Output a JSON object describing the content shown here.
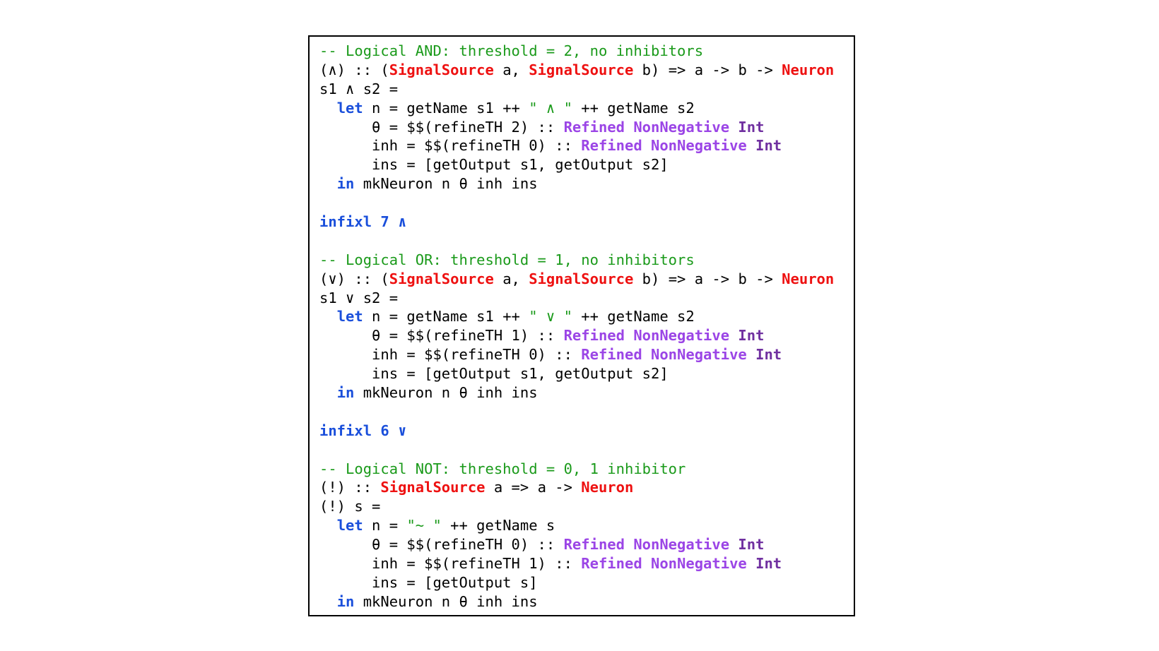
{
  "colors": {
    "comment": "#1a9a1a",
    "type": "#ee1111",
    "refined": "#9b45e6",
    "int": "#7030a0",
    "keyword": "#1a4fdb",
    "string": "#1a9a1a",
    "plain": "#000000",
    "border": "#000000",
    "background": "#ffffff"
  },
  "code": {
    "lines": [
      [
        {
          "t": "comment",
          "v": "-- Logical AND: threshold = 2, no inhibitors"
        }
      ],
      [
        {
          "t": "plain",
          "v": "(∧) :: ("
        },
        {
          "t": "type",
          "v": "SignalSource"
        },
        {
          "t": "plain",
          "v": " a, "
        },
        {
          "t": "type",
          "v": "SignalSource"
        },
        {
          "t": "plain",
          "v": " b) => a -> b -> "
        },
        {
          "t": "type",
          "v": "Neuron"
        }
      ],
      [
        {
          "t": "plain",
          "v": "s1 ∧ s2 ="
        }
      ],
      [
        {
          "t": "plain",
          "v": "  "
        },
        {
          "t": "keyword",
          "v": "let"
        },
        {
          "t": "plain",
          "v": " n = getName s1 ++ "
        },
        {
          "t": "string",
          "v": "\" ∧ \""
        },
        {
          "t": "plain",
          "v": " ++ getName s2"
        }
      ],
      [
        {
          "t": "plain",
          "v": "      θ = $$(refineTH 2) :: "
        },
        {
          "t": "refined",
          "v": "Refined NonNegative"
        },
        {
          "t": "plain",
          "v": " "
        },
        {
          "t": "int",
          "v": "Int"
        }
      ],
      [
        {
          "t": "plain",
          "v": "      inh = $$(refineTH 0) :: "
        },
        {
          "t": "refined",
          "v": "Refined NonNegative"
        },
        {
          "t": "plain",
          "v": " "
        },
        {
          "t": "int",
          "v": "Int"
        }
      ],
      [
        {
          "t": "plain",
          "v": "      ins = [getOutput s1, getOutput s2]"
        }
      ],
      [
        {
          "t": "plain",
          "v": "  "
        },
        {
          "t": "keyword",
          "v": "in"
        },
        {
          "t": "plain",
          "v": " mkNeuron n θ inh ins"
        }
      ],
      [],
      [
        {
          "t": "keyword",
          "v": "infixl 7 ∧"
        }
      ],
      [],
      [
        {
          "t": "comment",
          "v": "-- Logical OR: threshold = 1, no inhibitors"
        }
      ],
      [
        {
          "t": "plain",
          "v": "(∨) :: ("
        },
        {
          "t": "type",
          "v": "SignalSource"
        },
        {
          "t": "plain",
          "v": " a, "
        },
        {
          "t": "type",
          "v": "SignalSource"
        },
        {
          "t": "plain",
          "v": " b) => a -> b -> "
        },
        {
          "t": "type",
          "v": "Neuron"
        }
      ],
      [
        {
          "t": "plain",
          "v": "s1 ∨ s2 ="
        }
      ],
      [
        {
          "t": "plain",
          "v": "  "
        },
        {
          "t": "keyword",
          "v": "let"
        },
        {
          "t": "plain",
          "v": " n = getName s1 ++ "
        },
        {
          "t": "string",
          "v": "\" ∨ \""
        },
        {
          "t": "plain",
          "v": " ++ getName s2"
        }
      ],
      [
        {
          "t": "plain",
          "v": "      θ = $$(refineTH 1) :: "
        },
        {
          "t": "refined",
          "v": "Refined NonNegative"
        },
        {
          "t": "plain",
          "v": " "
        },
        {
          "t": "int",
          "v": "Int"
        }
      ],
      [
        {
          "t": "plain",
          "v": "      inh = $$(refineTH 0) :: "
        },
        {
          "t": "refined",
          "v": "Refined NonNegative"
        },
        {
          "t": "plain",
          "v": " "
        },
        {
          "t": "int",
          "v": "Int"
        }
      ],
      [
        {
          "t": "plain",
          "v": "      ins = [getOutput s1, getOutput s2]"
        }
      ],
      [
        {
          "t": "plain",
          "v": "  "
        },
        {
          "t": "keyword",
          "v": "in"
        },
        {
          "t": "plain",
          "v": " mkNeuron n θ inh ins"
        }
      ],
      [],
      [
        {
          "t": "keyword",
          "v": "infixl 6 ∨"
        }
      ],
      [],
      [
        {
          "t": "comment",
          "v": "-- Logical NOT: threshold = 0, 1 inhibitor"
        }
      ],
      [
        {
          "t": "plain",
          "v": "(!) :: "
        },
        {
          "t": "type",
          "v": "SignalSource"
        },
        {
          "t": "plain",
          "v": " a => a -> "
        },
        {
          "t": "type",
          "v": "Neuron"
        }
      ],
      [
        {
          "t": "plain",
          "v": "(!) s ="
        }
      ],
      [
        {
          "t": "plain",
          "v": "  "
        },
        {
          "t": "keyword",
          "v": "let"
        },
        {
          "t": "plain",
          "v": " n = "
        },
        {
          "t": "string",
          "v": "\"~ \""
        },
        {
          "t": "plain",
          "v": " ++ getName s"
        }
      ],
      [
        {
          "t": "plain",
          "v": "      θ = $$(refineTH 0) :: "
        },
        {
          "t": "refined",
          "v": "Refined NonNegative"
        },
        {
          "t": "plain",
          "v": " "
        },
        {
          "t": "int",
          "v": "Int"
        }
      ],
      [
        {
          "t": "plain",
          "v": "      inh = $$(refineTH 1) :: "
        },
        {
          "t": "refined",
          "v": "Refined NonNegative"
        },
        {
          "t": "plain",
          "v": " "
        },
        {
          "t": "int",
          "v": "Int"
        }
      ],
      [
        {
          "t": "plain",
          "v": "      ins = [getOutput s]"
        }
      ],
      [
        {
          "t": "plain",
          "v": "  "
        },
        {
          "t": "keyword",
          "v": "in"
        },
        {
          "t": "plain",
          "v": " mkNeuron n θ inh ins"
        }
      ]
    ]
  }
}
